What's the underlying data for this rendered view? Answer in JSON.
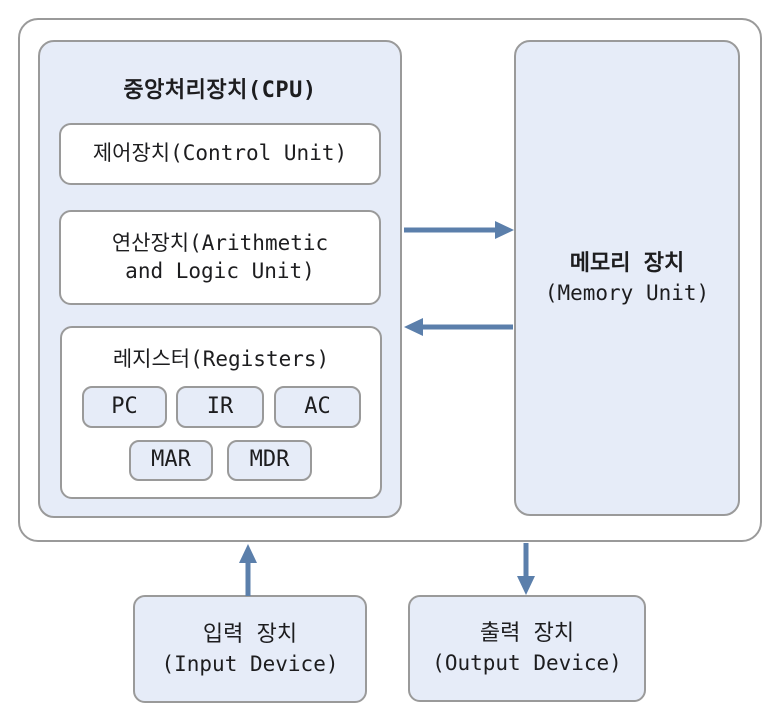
{
  "colors": {
    "accent": "#5b7fab",
    "fill": "#e6ecf8",
    "border": "#9a9a9a",
    "text": "#1d1d1f"
  },
  "cpu": {
    "title": "중앙처리장치(CPU)",
    "control_unit_label": "제어장치(Control Unit)",
    "alu_line1": "연산장치(Arithmetic",
    "alu_line2": "and Logic Unit)",
    "registers": {
      "title": "레지스터(Registers)",
      "items": [
        "PC",
        "IR",
        "AC",
        "MAR",
        "MDR"
      ]
    }
  },
  "memory": {
    "title_ko": "메모리 장치",
    "title_en": "(Memory Unit)"
  },
  "input_device": {
    "title_ko": "입력 장치",
    "title_en": "(Input Device)"
  },
  "output_device": {
    "title_ko": "출력 장치",
    "title_en": "(Output Device)"
  }
}
